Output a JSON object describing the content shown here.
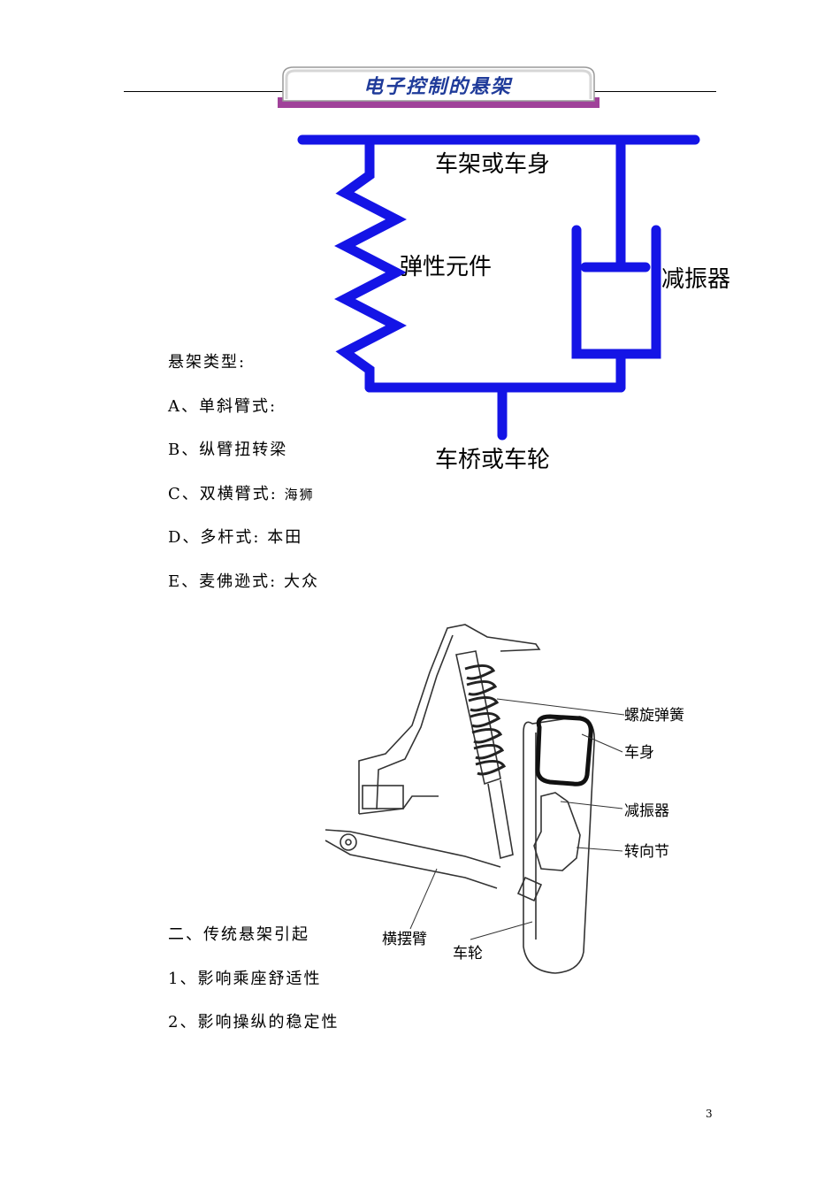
{
  "header": {
    "title": "电子控制的悬架"
  },
  "diagram1": {
    "labels": {
      "body": "车架或车身",
      "spring": "弹性元件",
      "damper": "减振器",
      "axle": "车桥或车轮"
    },
    "line_color": "#1414e6",
    "label_color": "#e8262a"
  },
  "types": {
    "heading": "悬架类型:",
    "items": [
      {
        "label": "A、单斜臂式:",
        "note": ""
      },
      {
        "label": "B、纵臂扭转梁",
        "note": ""
      },
      {
        "label": "C、双横臂式:",
        "note": "海狮"
      },
      {
        "label": "D、多杆式:",
        "note": "本田"
      },
      {
        "label": "E、麦佛逊式:",
        "note": "大众"
      }
    ]
  },
  "diagram2": {
    "labels": {
      "coil_spring": "螺旋弹簧",
      "body": "车身",
      "damper": "减振器",
      "knuckle": "转向节",
      "wishbone": "横摆臂",
      "wheel": "车轮"
    },
    "label_color": "#3b4f8f"
  },
  "section2": {
    "heading": "二、传统悬架引起",
    "items": [
      "1、影响乘座舒适性",
      "2、影响操纵的稳定性"
    ]
  },
  "page_number": "3"
}
